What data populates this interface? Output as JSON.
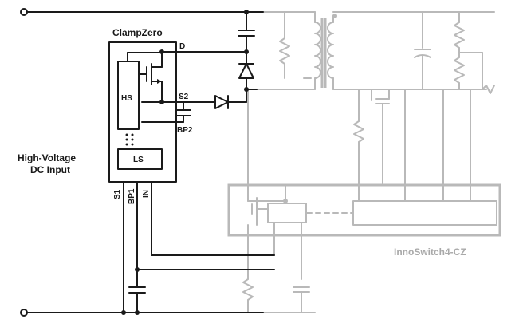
{
  "diagram": {
    "ic_name": "ClampZero",
    "input_label_line1": "High-Voltage",
    "input_label_line2": "DC Input",
    "pins": {
      "d": "D",
      "s2": "S2",
      "bp2": "BP2",
      "s1": "S1",
      "bp1": "BP1",
      "in": "IN"
    },
    "blocks": {
      "hs": "HS",
      "ls": "LS"
    },
    "controller_name": "InnoSwitch4-CZ"
  },
  "colors": {
    "active_wire": "#1a1a1a",
    "inactive_wire": "#b9b9b9",
    "background": "#ffffff"
  }
}
